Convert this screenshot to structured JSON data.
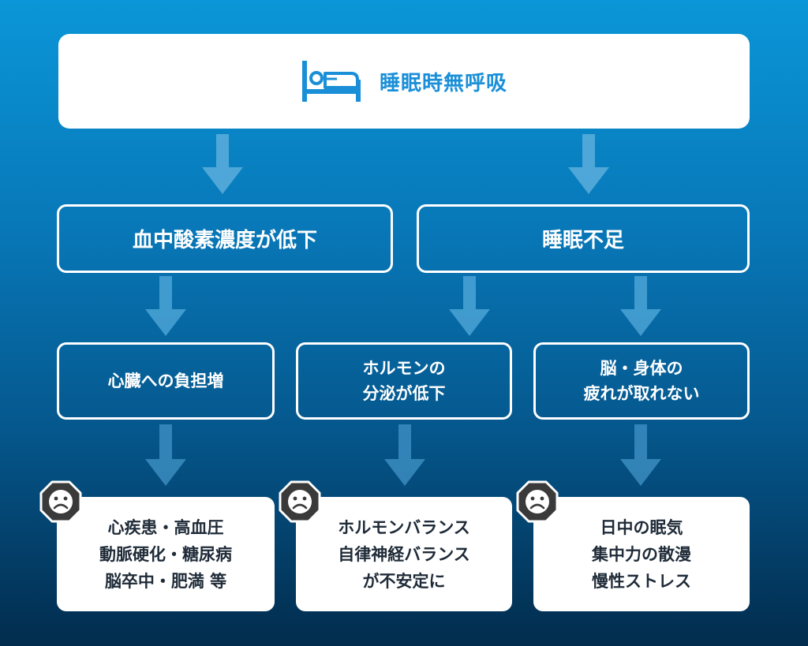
{
  "top": {
    "title": "睡眠時無呼吸",
    "icon": "bed-icon"
  },
  "level1": [
    {
      "label": "血中酸素濃度が低下"
    },
    {
      "label": "睡眠不足"
    }
  ],
  "level2": [
    {
      "label": "心臓への負担増"
    },
    {
      "label": "ホルモンの\n分泌が低下"
    },
    {
      "label": "脳・身体の\n疲れが取れない"
    }
  ],
  "level3": [
    {
      "label": "心疾患・高血圧\n動脈硬化・糖尿病\n脳卒中・肥満 等",
      "icon": "sad-face-icon"
    },
    {
      "label": "ホルモンバランス\n自律神経バランス\nが不安定に",
      "icon": "sad-face-icon"
    },
    {
      "label": "日中の眠気\n集中力の散漫\n慢性ストレス",
      "icon": "sad-face-icon"
    }
  ],
  "colors": {
    "accent": "#1a8fd8",
    "text_dark": "#1f2b38",
    "arrow": "#4aa3d6"
  }
}
